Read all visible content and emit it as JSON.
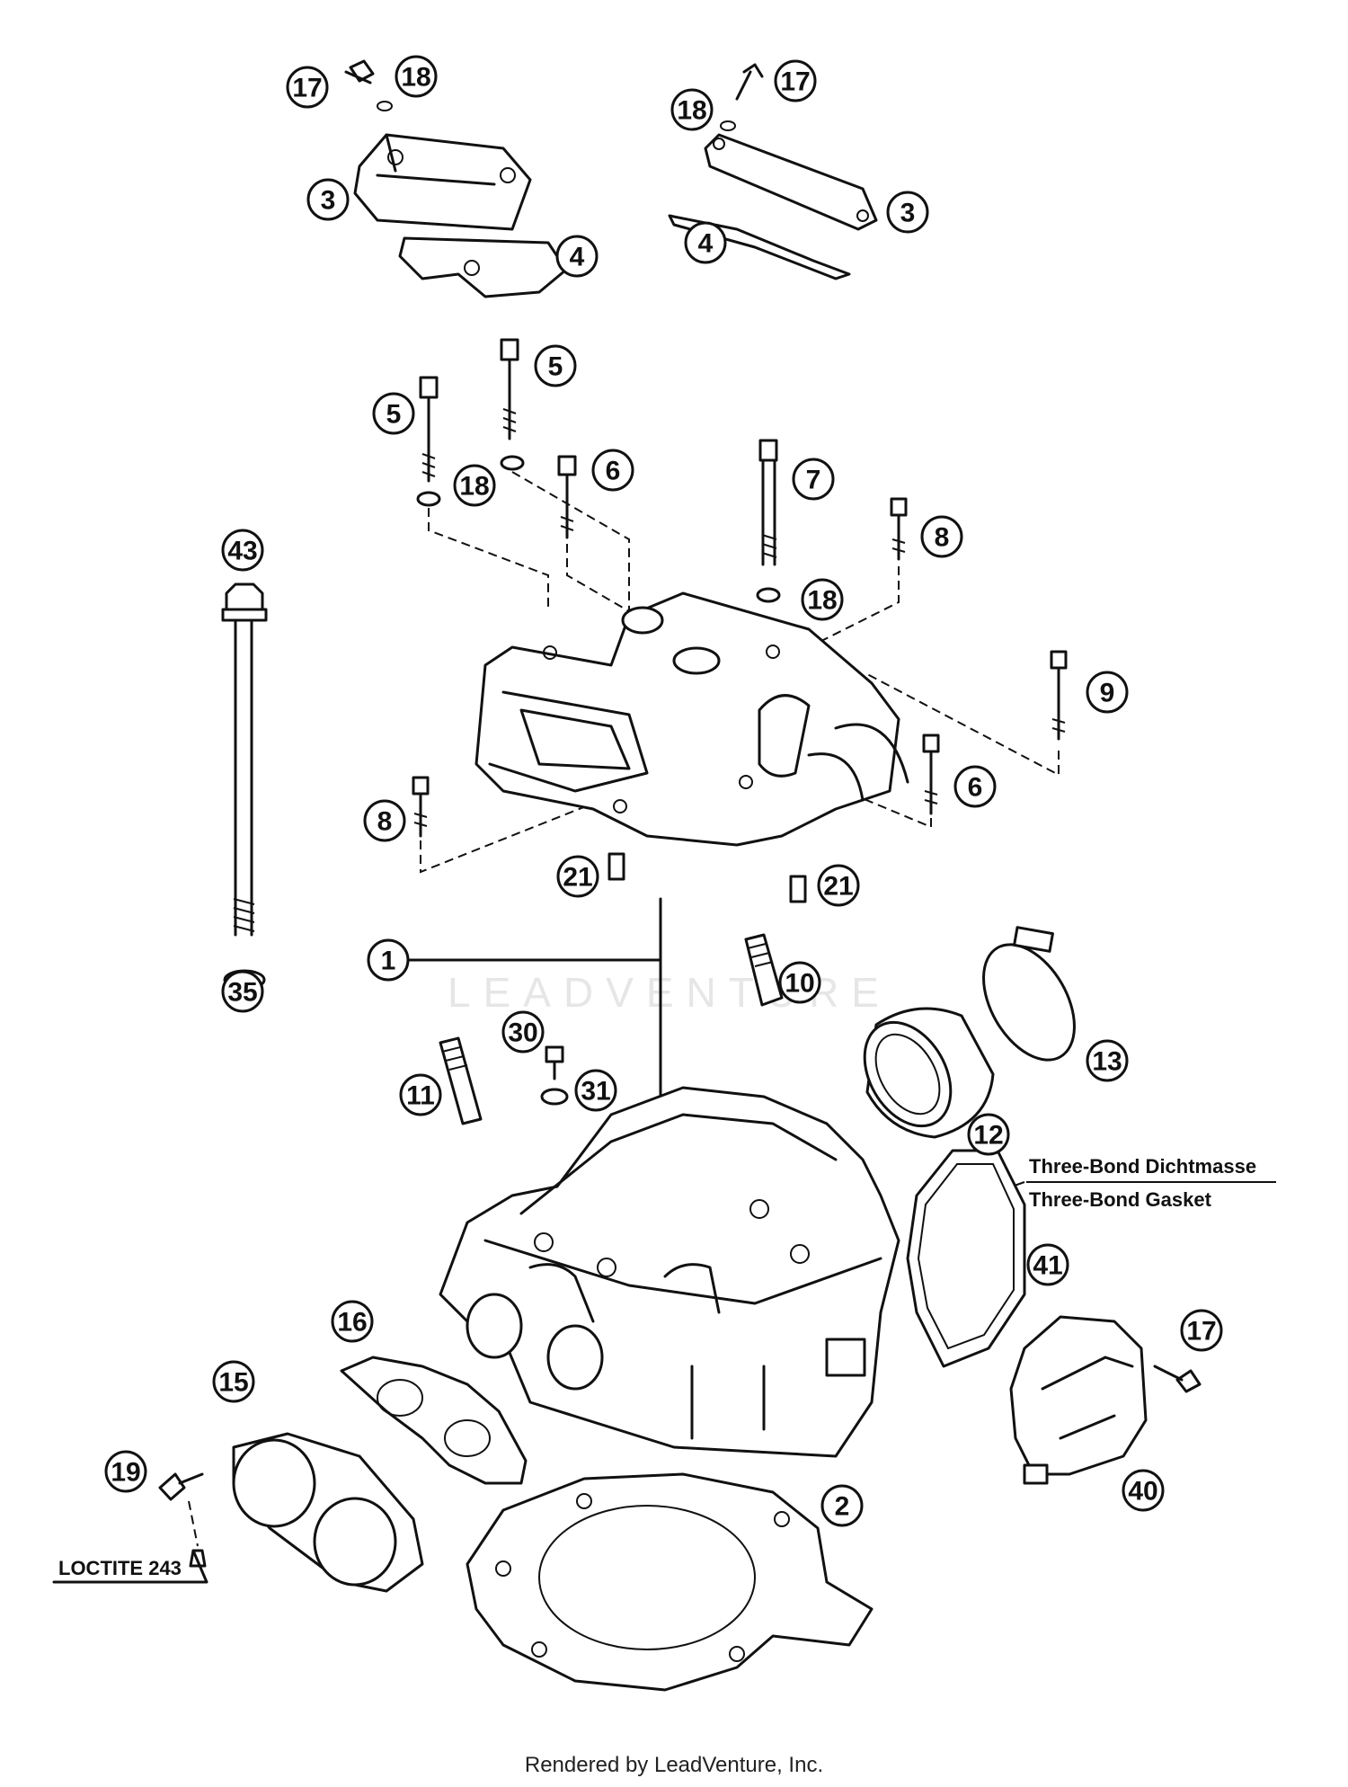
{
  "callouts": {
    "c17a": "17",
    "c18a": "18",
    "c3a": "3",
    "c4a": "4",
    "c18b": "18",
    "c17b": "17",
    "c3b": "3",
    "c4b": "4",
    "c5a": "5",
    "c5b": "5",
    "c18c": "18",
    "c6a": "6",
    "c7": "7",
    "c18d": "18",
    "c8a": "8",
    "c43": "43",
    "c9": "9",
    "c6b": "6",
    "c8b": "8",
    "c21a": "21",
    "c21b": "21",
    "c1": "1",
    "c35": "35",
    "c10": "10",
    "c13": "13",
    "c30": "30",
    "c11": "11",
    "c31": "31",
    "c12": "12",
    "c41": "41",
    "c16": "16",
    "c17c": "17",
    "c15": "15",
    "c19": "19",
    "c40": "40",
    "c2": "2"
  },
  "notes": {
    "gasket_de": "Three-Bond Dichtmasse",
    "gasket_en": "Three-Bond Gasket",
    "loctite": "LOCTITE 243"
  },
  "watermark": "LEADVENTURE",
  "footer": "Rendered by LeadVenture, Inc."
}
